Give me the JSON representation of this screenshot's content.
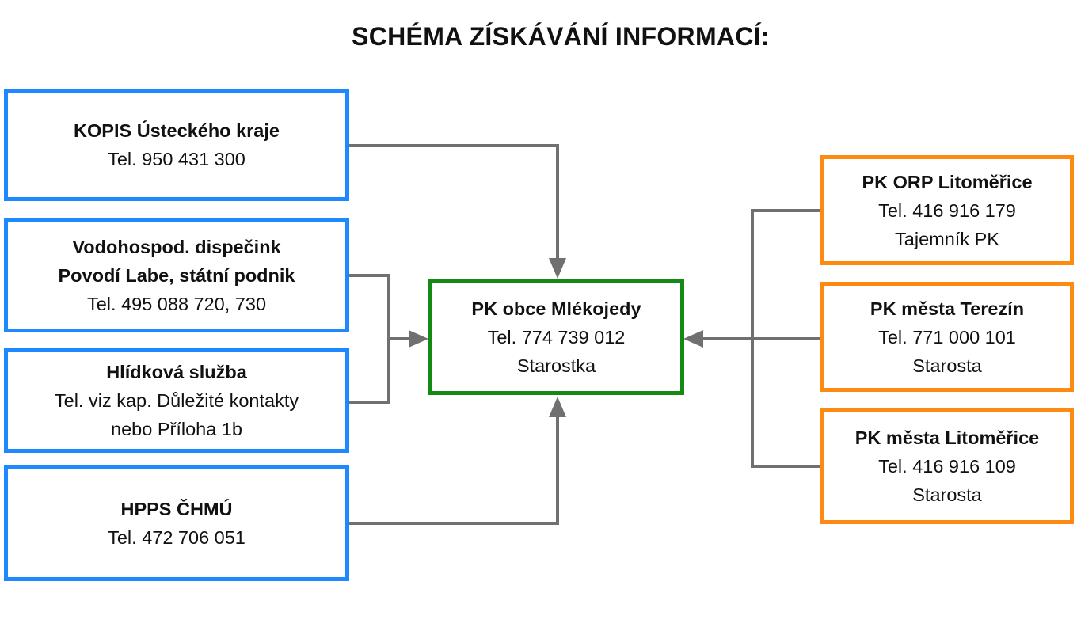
{
  "title": "SCHÉMA ZÍSKÁVÁNÍ INFORMACÍ:",
  "colors": {
    "blue": "#1e88ff",
    "orange": "#ff8a12",
    "green": "#138a12",
    "connector": "#707070"
  },
  "center": {
    "name": "PK obce Mlékojedy",
    "phone": "Tel. 774 739 012",
    "role": "Starostka"
  },
  "sources_left": [
    {
      "lines": [
        "KOPIS Ústeckého kraje",
        "Tel. 950 431 300"
      ]
    },
    {
      "lines": [
        "Vodohospod. dispečink",
        "Povodí Labe, státní podnik",
        "Tel. 495 088 720, 730"
      ]
    },
    {
      "lines": [
        "Hlídková služba",
        "Tel. viz kap. Důležité kontakty",
        "nebo Příloha 1b"
      ]
    },
    {
      "lines": [
        "HPPS ČHMÚ",
        "Tel. 472 706 051"
      ]
    }
  ],
  "sources_right": [
    {
      "lines": [
        "PK ORP Litoměřice",
        "Tel. 416 916 179",
        "Tajemník PK"
      ]
    },
    {
      "lines": [
        "PK města Terezín",
        "Tel. 771 000 101",
        "Starosta"
      ]
    },
    {
      "lines": [
        "PK města Litoměřice",
        "Tel. 416 916 109",
        "Starosta"
      ]
    }
  ]
}
